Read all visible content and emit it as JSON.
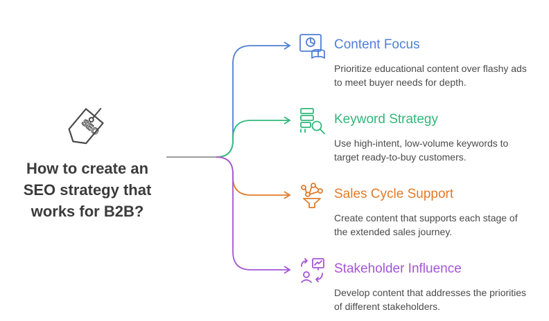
{
  "main": {
    "title_lines": [
      "How to create an",
      "SEO strategy that",
      "works for B2B?"
    ],
    "tag_text": "SEO"
  },
  "colors": {
    "trunk": "#8e8e8e",
    "content_focus": "#4f7fd6",
    "keyword_strategy": "#2fb87a",
    "sales_cycle": "#e07b2a",
    "stakeholder": "#a455d6"
  },
  "items": [
    {
      "title": "Content Focus",
      "description": "Prioritize educational content over flashy ads to meet buyer needs for depth.",
      "icon": "presentation-book-icon",
      "color": "#4f7fd6"
    },
    {
      "title": "Keyword Strategy",
      "description": "Use high-intent, low-volume keywords to target ready-to-buy customers.",
      "icon": "server-search-icon",
      "color": "#2fb87a"
    },
    {
      "title": "Sales Cycle Support",
      "description": "Create content that supports each stage of the extended sales journey.",
      "icon": "funnel-network-icon",
      "color": "#e07b2a"
    },
    {
      "title": "Stakeholder Influence",
      "description": "Develop content that addresses the priorities of different stakeholders.",
      "icon": "person-chart-exchange-icon",
      "color": "#a455d6"
    }
  ]
}
